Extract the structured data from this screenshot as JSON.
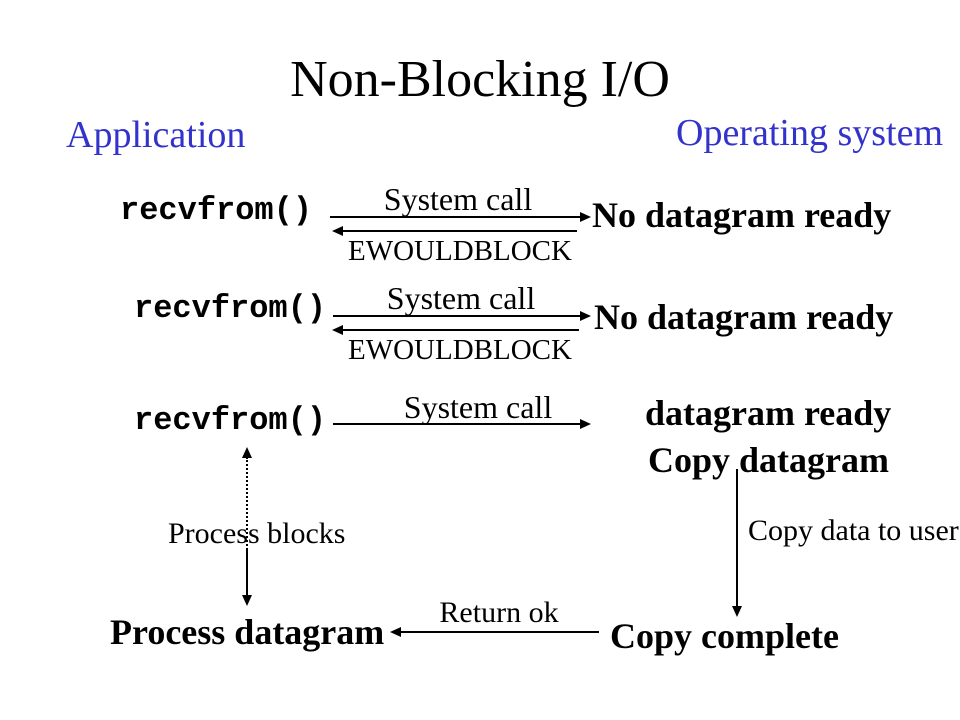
{
  "slide": {
    "title": "Non-Blocking I/O",
    "columns": {
      "left": "Application",
      "right": "Operating system"
    },
    "colors": {
      "heading_blue": "#3333CC",
      "text_black": "#000000",
      "background": "#FFFFFF"
    },
    "rows": [
      {
        "call": "recvfrom()",
        "request": "System call",
        "response": "EWOULDBLOCK",
        "result": "No datagram ready"
      },
      {
        "call": "recvfrom()",
        "request": "System call",
        "response": "EWOULDBLOCK",
        "result": "No datagram ready"
      },
      {
        "call": "recvfrom()",
        "request": "System call",
        "result": "datagram ready",
        "action": "Copy datagram"
      }
    ],
    "process_blocks_label": "Process blocks",
    "copy_data_label": "Copy data to user",
    "bottom": {
      "process": "Process datagram",
      "return_label": "Return ok",
      "complete": "Copy complete"
    }
  }
}
